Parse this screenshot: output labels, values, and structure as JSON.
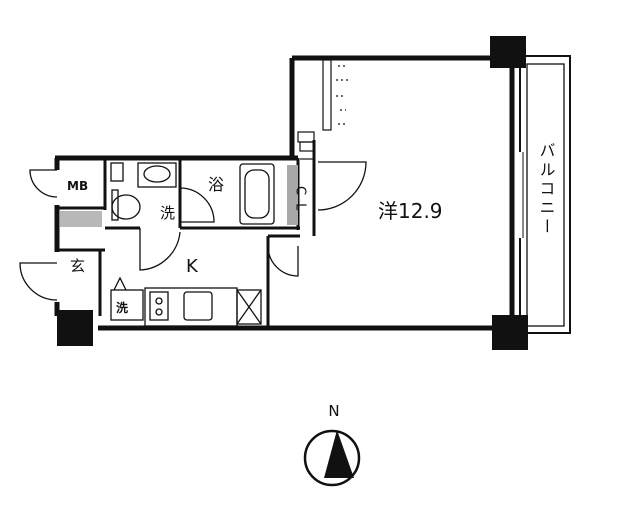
{
  "rooms": {
    "western": "洋12.9",
    "bath": "浴",
    "washroom": "洗",
    "closet": "CL",
    "meter_box": "MB",
    "entrance": "玄",
    "kitchen": "K",
    "washer": "洗",
    "balcony": "バルコニー"
  },
  "compass": {
    "label": "N"
  }
}
